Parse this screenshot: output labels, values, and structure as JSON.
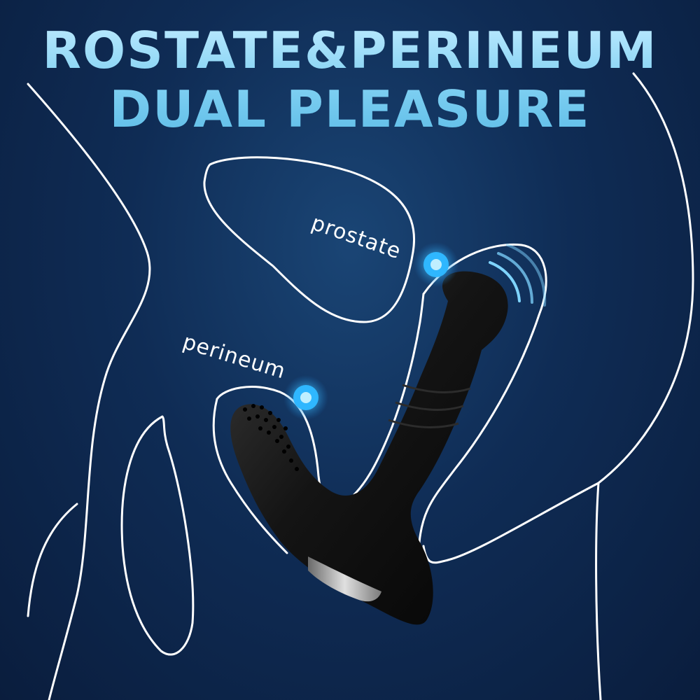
{
  "headline": {
    "line1": "ROSTATE&PERINEUM",
    "line2": "DUAL PLEASURE"
  },
  "labels": {
    "prostate": "prostate",
    "perineum": "perineum"
  },
  "icons": [
    "pulse-dot-icon",
    "vibration-wave-icon"
  ],
  "colors": {
    "background": "#0f2c55",
    "headline": "#8fd6f3",
    "outline": "#ffffff",
    "pulse": "#2fb7ff",
    "device": "#111111"
  }
}
